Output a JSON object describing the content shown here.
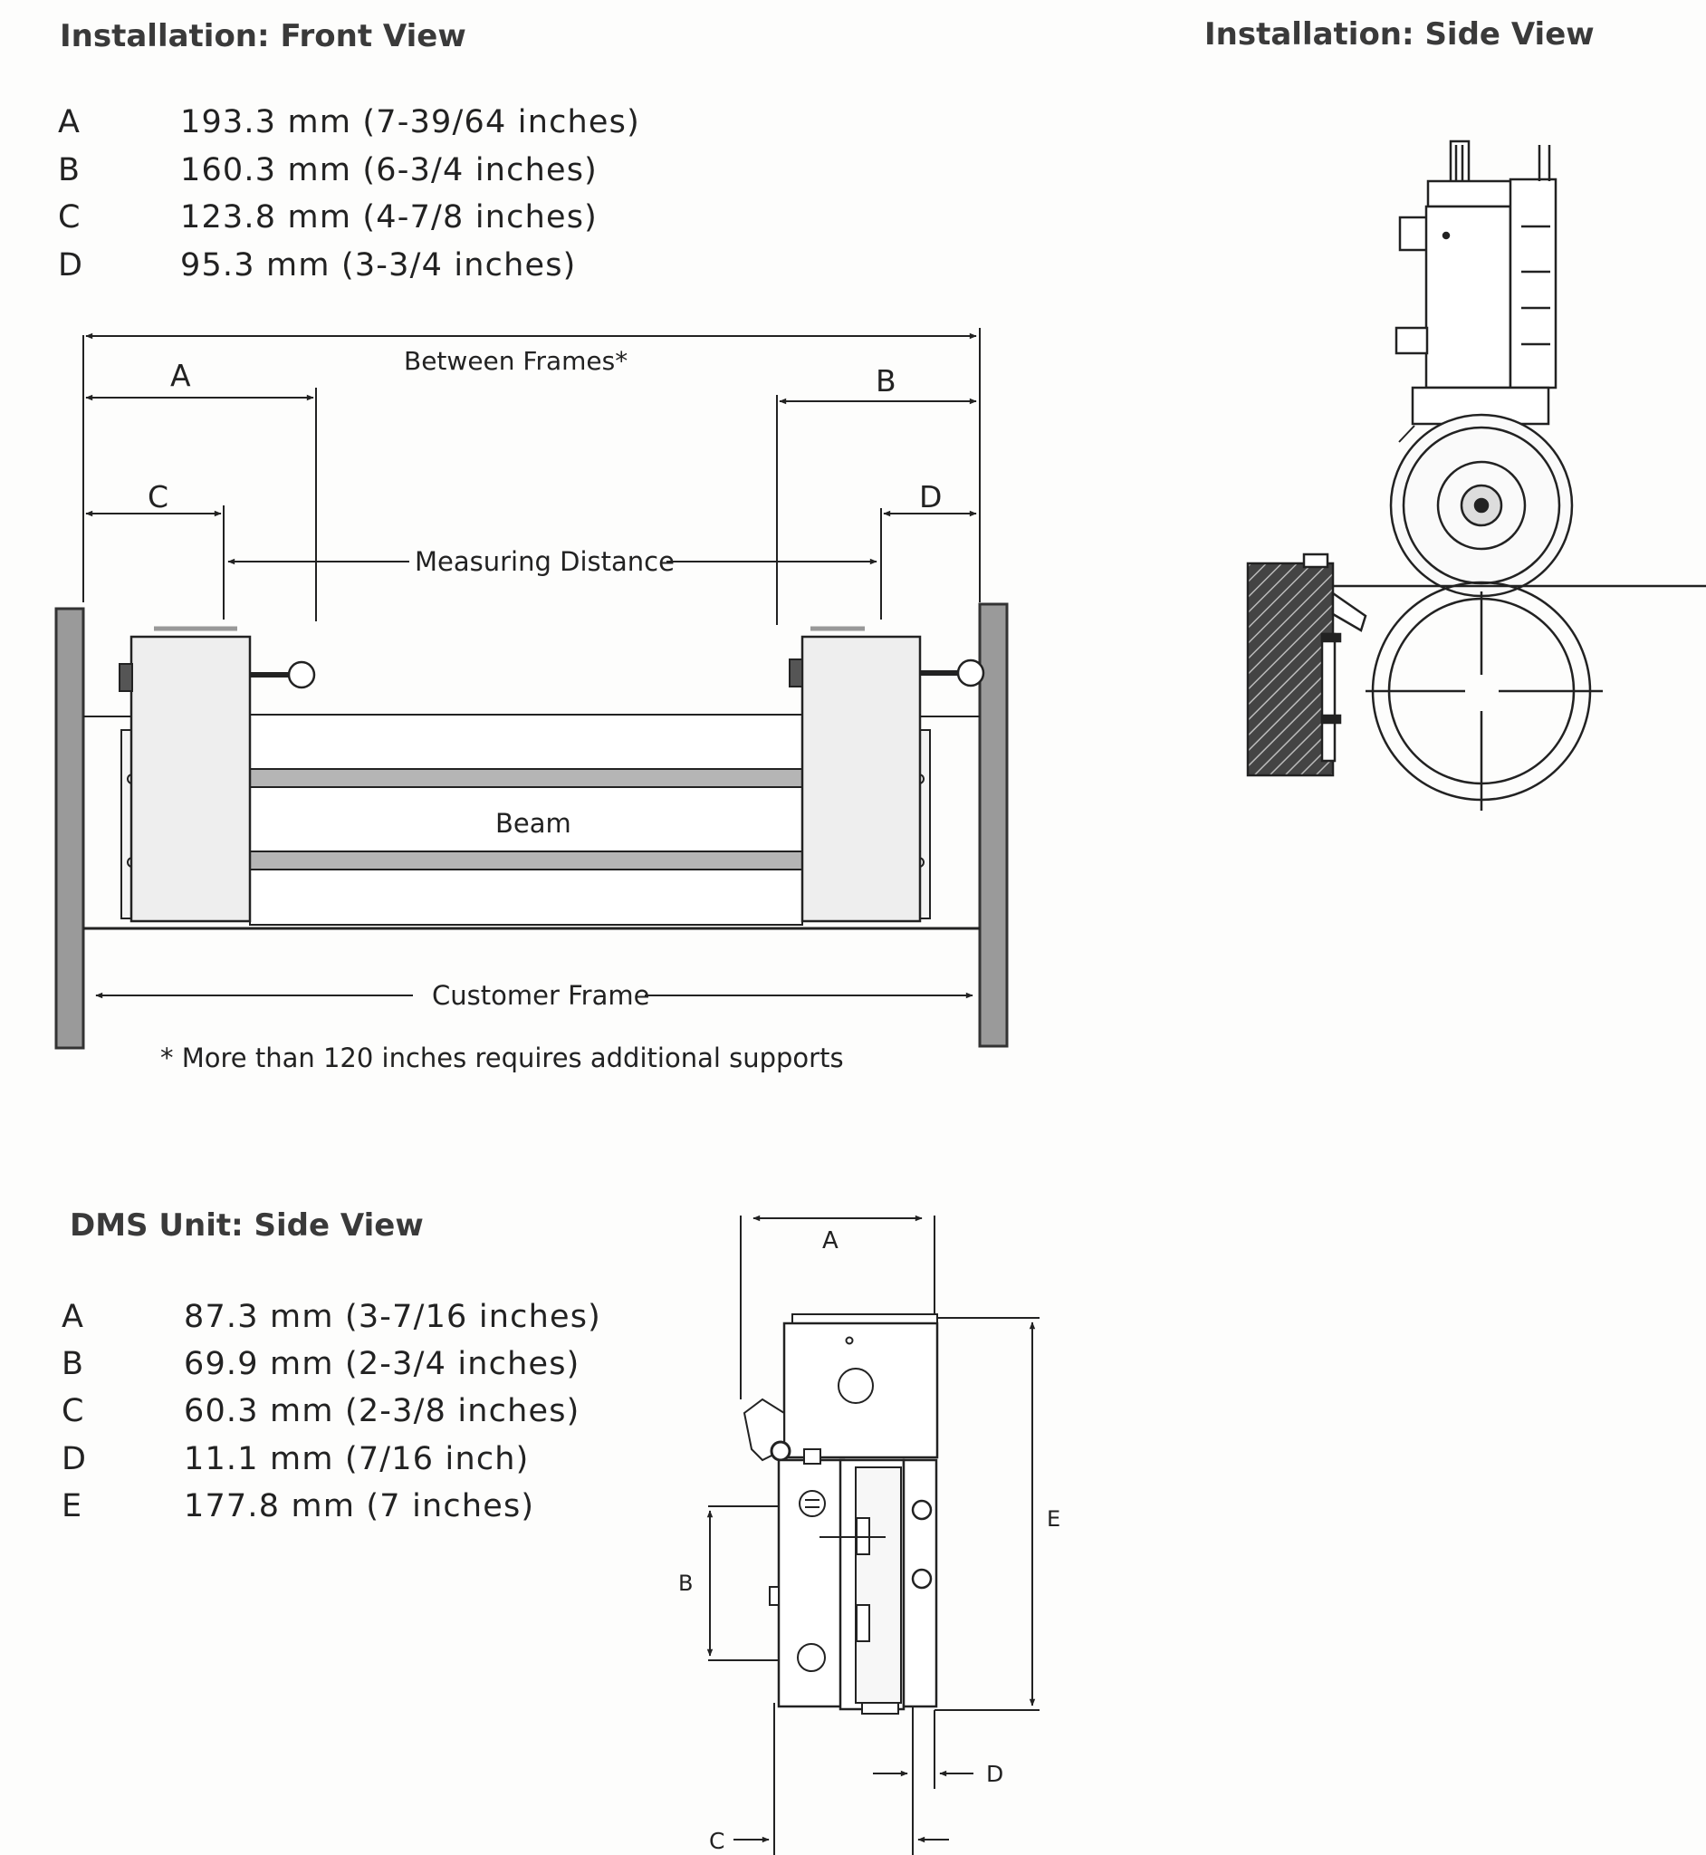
{
  "front_view": {
    "heading": "Installation: Front View",
    "specs": [
      {
        "key": "A",
        "value": "193.3 mm (7-39/64 inches)"
      },
      {
        "key": "B",
        "value": "160.3 mm (6-3/4 inches)"
      },
      {
        "key": "C",
        "value": "123.8 mm (4-7/8 inches)"
      },
      {
        "key": "D",
        "value": "95.3 mm (3-3/4 inches)"
      }
    ],
    "labels": {
      "between_frames": "Between Frames*",
      "a": "A",
      "b": "B",
      "c": "C",
      "d": "D",
      "measuring_distance": "Measuring Distance",
      "beam": "Beam",
      "customer_frame": "Customer Frame",
      "footnote": "* More than 120 inches requires additional supports"
    }
  },
  "side_view": {
    "heading": "Installation: Side View"
  },
  "dms_unit": {
    "heading": "DMS Unit: Side View",
    "specs": [
      {
        "key": "A",
        "value": "87.3 mm (3-7/16 inches)"
      },
      {
        "key": "B",
        "value": "69.9 mm (2-3/4 inches)"
      },
      {
        "key": "C",
        "value": "60.3 mm (2-3/8 inches)"
      },
      {
        "key": "D",
        "value": "11.1 mm (7/16 inch)"
      },
      {
        "key": "E",
        "value": "177.8 mm (7 inches)"
      }
    ],
    "labels": {
      "a": "A",
      "b": "B",
      "c": "C",
      "d": "D",
      "e": "E"
    }
  }
}
